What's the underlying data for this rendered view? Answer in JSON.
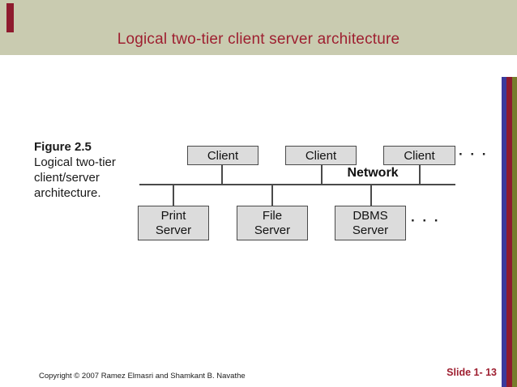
{
  "slide": {
    "title": "Logical two-tier client server architecture",
    "copyright": "Copyright © 2007 Ramez Elmasri and Shamkant B. Navathe",
    "slide_number": "Slide 1- 13"
  },
  "figure_caption": {
    "heading": "Figure 2.5",
    "lines": [
      "Logical two-tier",
      "client/server",
      "architecture."
    ]
  },
  "diagram": {
    "network_label": "Network",
    "clients": [
      "Client",
      "Client",
      "Client"
    ],
    "client_row_ellipsis": "· · ·",
    "servers": [
      {
        "line1": "Print",
        "line2": "Server"
      },
      {
        "line1": "File",
        "line2": "Server"
      },
      {
        "line1": "DBMS",
        "line2": "Server"
      }
    ],
    "server_row_ellipsis": "· · ·"
  },
  "colors": {
    "header_band": "#c9cbb0",
    "title_text": "#9e1f30",
    "accent_blue": "#3a3a9c",
    "accent_maroon": "#8e1b2e",
    "accent_olive": "#767d2b",
    "box_fill": "#dcdcdc",
    "box_border": "#4a4a4a"
  }
}
